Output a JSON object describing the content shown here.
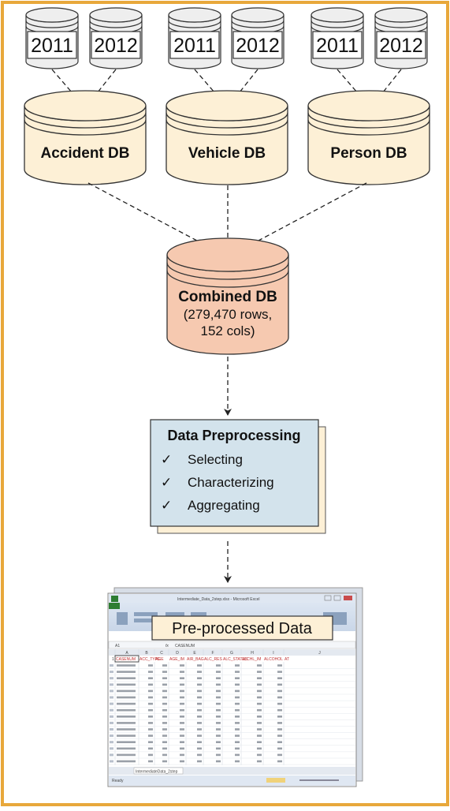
{
  "sources": [
    {
      "years": [
        "2011",
        "2012"
      ],
      "name": "Accident DB"
    },
    {
      "years": [
        "2011",
        "2012"
      ],
      "name": "Vehicle DB"
    },
    {
      "years": [
        "2011",
        "2012"
      ],
      "name": "Person DB"
    }
  ],
  "combined": {
    "name": "Combined DB",
    "line1": "(279,470 rows,",
    "line2": "152 cols)"
  },
  "preprocessing": {
    "title": "Data Preprocessing",
    "items": [
      "Selecting",
      "Characterizing",
      "Aggregating"
    ]
  },
  "output": {
    "label": "Pre-processed Data",
    "window_title": "Intermediate_Data_2step.xlsx - Microsoft Excel",
    "cell_ref": "A1",
    "formula": "CASENUM",
    "columns": [
      "A",
      "B",
      "C",
      "D",
      "E",
      "F",
      "G",
      "H",
      "I",
      "J"
    ],
    "headers": [
      "CASENUM",
      "ACC_TYPE",
      "AGE",
      "AGE_IM",
      "AIR_BAG",
      "ALC_RES",
      "ALC_STATUS",
      "ALCHL_IM",
      "ALCOHOL",
      "AT"
    ],
    "sheet_tab": "IntermediateData_2step",
    "status": "Ready"
  },
  "colors": {
    "frame": "#e8a83b",
    "year_cyl": "#eeeeee",
    "source_db": "#fdf0d6",
    "combined_db": "#f6c9b0",
    "preprocess_box": "#d3e3ec"
  }
}
